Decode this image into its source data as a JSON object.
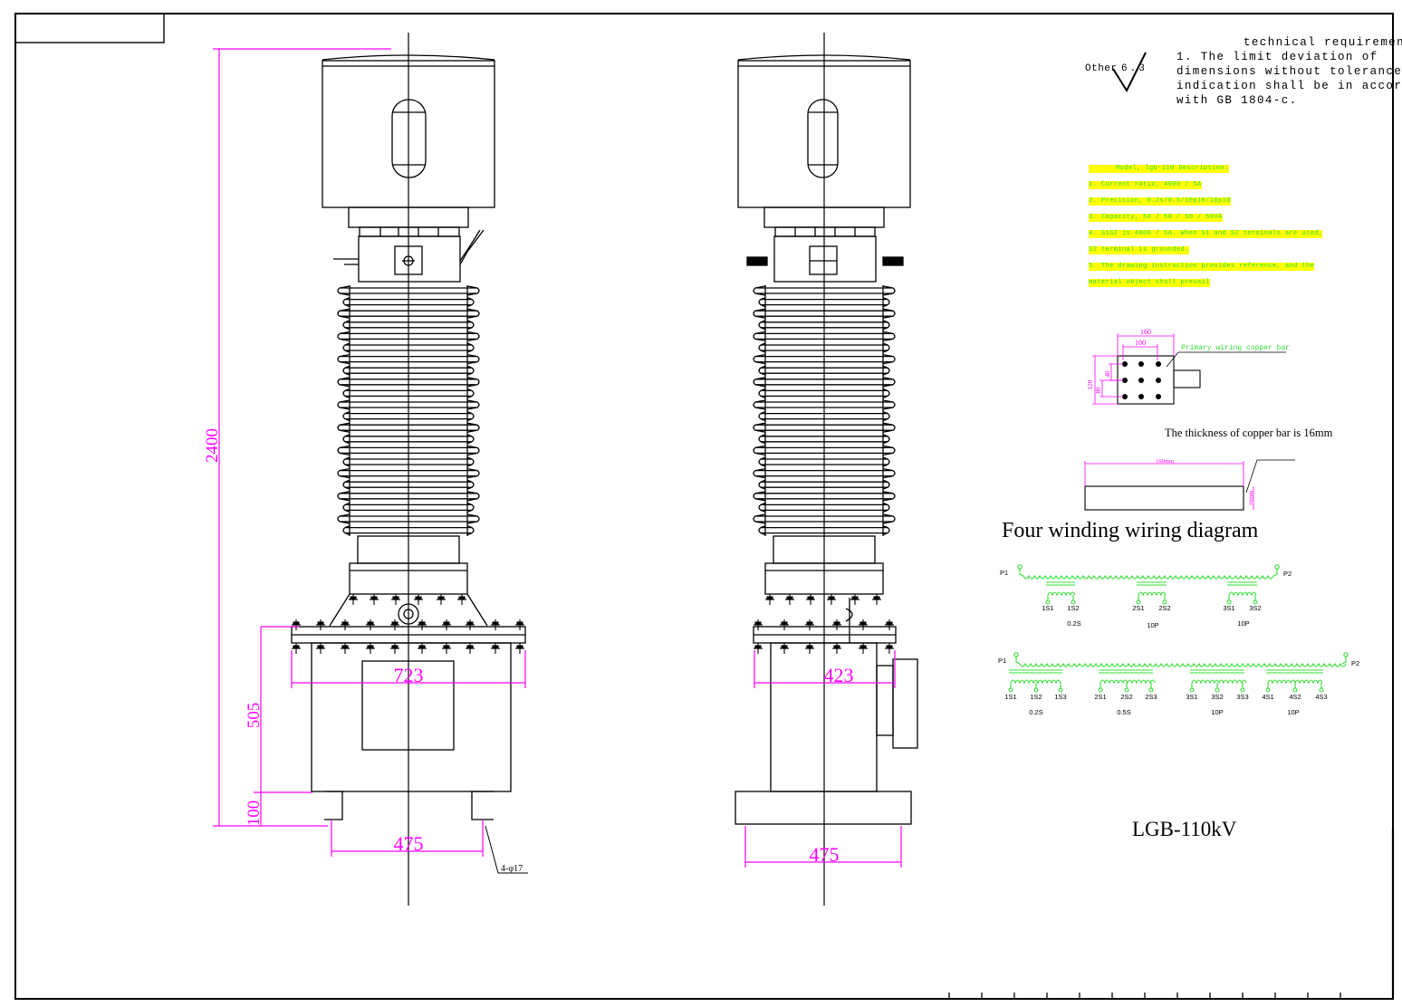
{
  "technical_requirement": {
    "title": "technical requirement",
    "lines": [
      "1. The limit deviation of",
      "dimensions without tolerance",
      "indication shall be in accordance",
      "with GB 1804-c."
    ]
  },
  "roughness": {
    "label": "Other",
    "value": "6.3"
  },
  "description": {
    "title": "Model, lgb-110 Description:",
    "lines": [
      "1. Current ratio, 4000 / 5A",
      "2. Precision, 0.2s/0.5/10p10/10p10",
      "3. Capacity, 50 / 50 / 50 / 50VA",
      "4. S1S2 is 4000 / 5A. When S1 and S2 terminals are used,",
      "S2 terminal is grounded.",
      "5. The drawing instruction provides reference, and the",
      "material object shall prevail"
    ]
  },
  "copper_bar": {
    "label": "Primary wiring copper bar",
    "dim_160": "160",
    "dim_100": "100",
    "dim_40": "40",
    "dim_120": "120",
    "dim_80": "80",
    "thickness_note": "The thickness of copper bar is 16mm",
    "dim_160mm": "160mm",
    "dim_16mm": "16mm"
  },
  "wiring": {
    "title": "Four winding wiring diagram",
    "p1": "P1",
    "p2": "P2",
    "d1_terminals": [
      "1S1",
      "1S2",
      "2S1",
      "2S2",
      "3S1",
      "3S2"
    ],
    "d1_classes": [
      "0.2S",
      "10P",
      "10P"
    ],
    "d2_terminals": [
      "1S1",
      "1S2",
      "1S3",
      "2S1",
      "2S2",
      "2S3",
      "3S1",
      "3S2",
      "3S3",
      "4S1",
      "4S2",
      "4S3"
    ],
    "d2_classes": [
      "0.2S",
      "0.5S",
      "10P",
      "10P"
    ]
  },
  "model": "LGB-110kV",
  "dimensions": {
    "height": "2400",
    "base_height": "505",
    "foot_height": "100",
    "front_flange": "723",
    "front_base": "475",
    "holes": "4-φ17",
    "side_flange": "423",
    "side_base": "475"
  },
  "colors": {
    "dimension": "#ff00ff",
    "note_bg": "#ffff00",
    "note_text": "#33dd33",
    "line": "#000000"
  }
}
